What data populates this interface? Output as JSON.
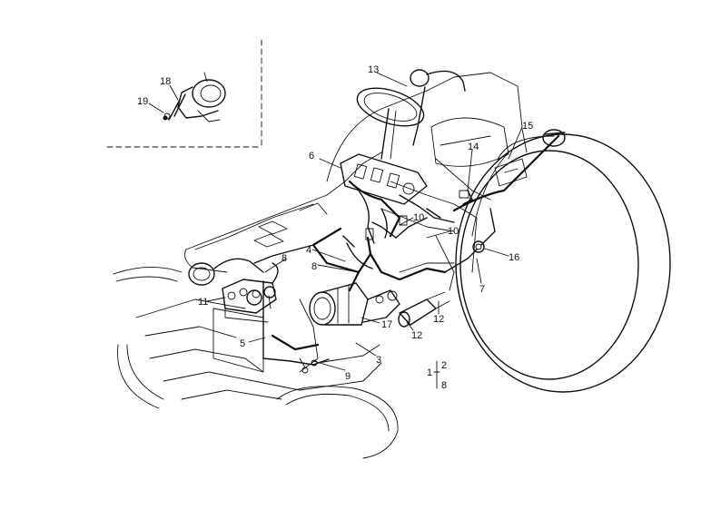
{
  "callouts": [
    {
      "id": "c1",
      "text": "1"
    },
    {
      "id": "c2",
      "text": "2"
    },
    {
      "id": "c3",
      "text": "3"
    },
    {
      "id": "c4",
      "text": "4"
    },
    {
      "id": "c5",
      "text": "5"
    },
    {
      "id": "c6",
      "text": "6"
    },
    {
      "id": "c7",
      "text": "7"
    },
    {
      "id": "c8a",
      "text": "8"
    },
    {
      "id": "c8b",
      "text": "8"
    },
    {
      "id": "c9",
      "text": "9"
    },
    {
      "id": "c10a",
      "text": "10"
    },
    {
      "id": "c10b",
      "text": "10"
    },
    {
      "id": "c11",
      "text": "11"
    },
    {
      "id": "c12a",
      "text": "12"
    },
    {
      "id": "c12b",
      "text": "12"
    },
    {
      "id": "c13",
      "text": "13"
    },
    {
      "id": "c14",
      "text": "14"
    },
    {
      "id": "c15",
      "text": "15"
    },
    {
      "id": "c16",
      "text": "16"
    },
    {
      "id": "c17",
      "text": "17"
    },
    {
      "id": "c18",
      "text": "18"
    },
    {
      "id": "c19",
      "text": "19"
    }
  ]
}
